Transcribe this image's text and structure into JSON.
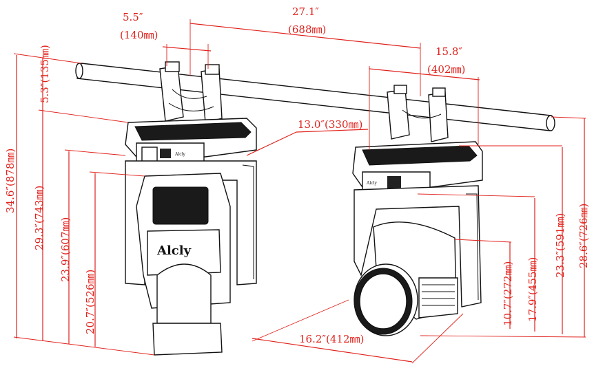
{
  "diagram": {
    "dimensions": {
      "clamp_spacing": {
        "inch": "5.5″",
        "mm": "(140㎜)"
      },
      "total_width": {
        "inch": "27.1″",
        "mm": "(688㎜)"
      },
      "base_width": {
        "inch": "15.8″",
        "mm": "(402㎜)"
      },
      "base_depth": {
        "text": "13.0″(330㎜)"
      },
      "clamp_height": {
        "text": "5.3″(135㎜)"
      },
      "total_height": {
        "text": "34.6″(878㎜)"
      },
      "height_base_top": {
        "text": "29.3″(743㎜)"
      },
      "height_yoke_top": {
        "text": "23.9″(607㎜)"
      },
      "height_yoke_bar": {
        "text": "20.7″(526㎜)"
      },
      "head_lens": {
        "text": "10.7″(272㎜)"
      },
      "head_height": {
        "text": "17.9″(455㎜)"
      },
      "yoke_height": {
        "text": "23.3″(591㎜)"
      },
      "side_total": {
        "text": "28.6″(726㎜)"
      },
      "head_swing": {
        "text": "16.2″(412㎜)"
      }
    },
    "brand_label": "Alcly",
    "small_logo": "Alcly"
  }
}
